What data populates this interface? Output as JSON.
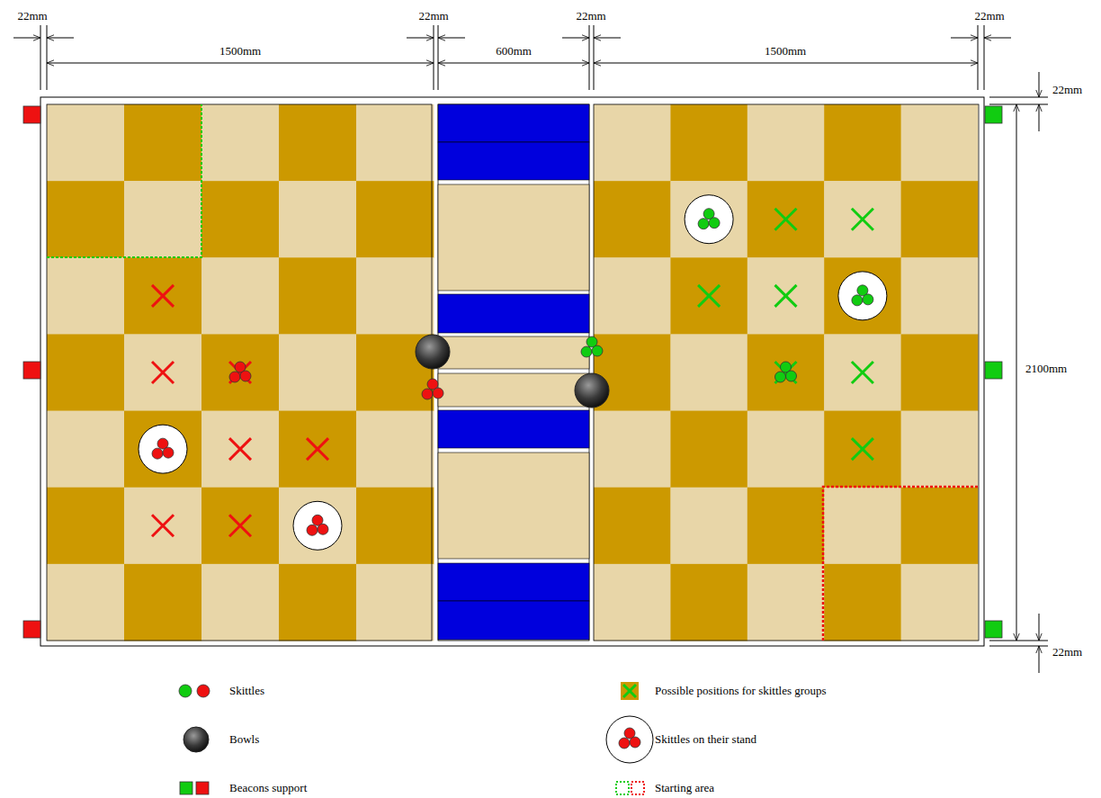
{
  "diagram": {
    "labels": [
      "22mm",
      "22mm",
      "22mm",
      "22mm",
      "1500mm",
      "600mm",
      "1500mm",
      "22mm",
      "2100mm",
      "22mm"
    ],
    "legend": [
      {
        "text": "Skittles"
      },
      {
        "text": "Bowls"
      },
      {
        "text": "Beacons support"
      },
      {
        "text": "Possible positions for skittles groups"
      },
      {
        "text": "Skittles on their stand"
      },
      {
        "text": "Starting area"
      }
    ]
  }
}
